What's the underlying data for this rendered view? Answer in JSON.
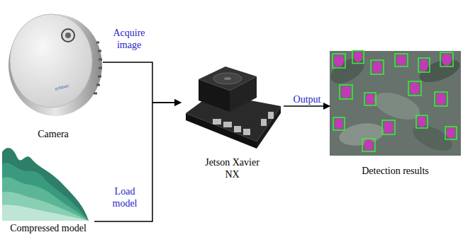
{
  "diagram": {
    "nodes": [
      {
        "text": [
          "Camera"
        ]
      },
      {
        "text": [
          "Compressed model"
        ]
      },
      {
        "text": [
          "Jetson Xavier NX"
        ]
      },
      {
        "text": [
          "Detection results"
        ]
      }
    ],
    "edges": [
      {
        "from": 0,
        "to": 2,
        "label": "Acquire image",
        "arrow": "to"
      },
      {
        "from": 1,
        "to": 2,
        "label": "Load model",
        "arrow": "to"
      },
      {
        "from": 2,
        "to": 3,
        "label": "Output",
        "arrow": "to"
      }
    ]
  }
}
